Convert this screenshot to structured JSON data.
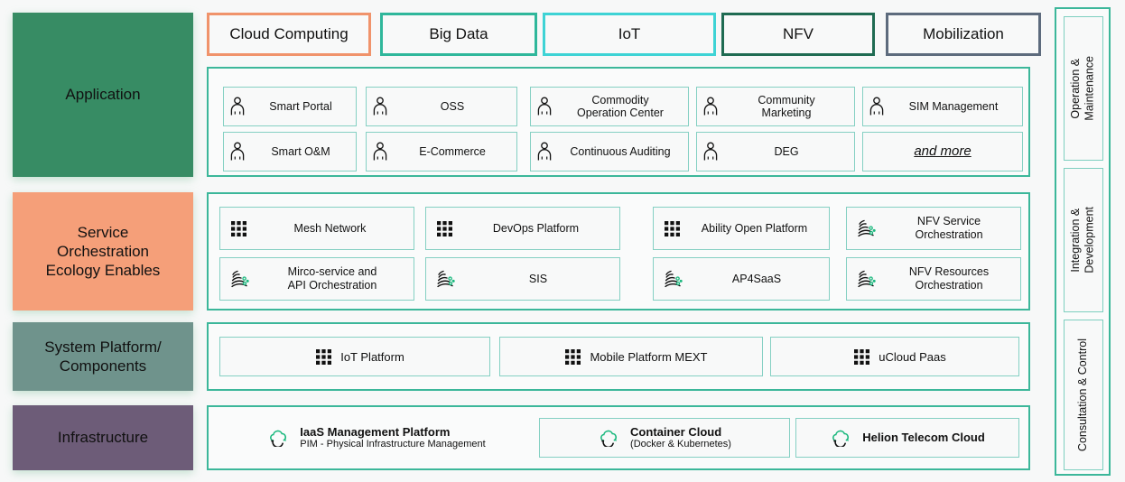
{
  "layers": [
    {
      "id": "application",
      "label": "Application",
      "color": "#378c64"
    },
    {
      "id": "service",
      "label": "Service\nOrchestration\nEcology Enables",
      "color": "#f59f79"
    },
    {
      "id": "system",
      "label": "System Platform/\nComponents",
      "color": "#6f938c"
    },
    {
      "id": "infrastructure",
      "label": "Infrastructure",
      "color": "#6d5c78"
    }
  ],
  "categories": [
    {
      "label": "Cloud Computing",
      "border": "#f0936b"
    },
    {
      "label": "Big Data",
      "border": "#2fb79b"
    },
    {
      "label": "IoT",
      "border": "#3ed3d5"
    },
    {
      "label": "NFV",
      "border": "#1f6b52"
    },
    {
      "label": "Mobilization",
      "border": "#5d6b7d"
    }
  ],
  "application": {
    "icon": "person-icon",
    "tiles": [
      {
        "label": "Smart Portal"
      },
      {
        "label": "OSS"
      },
      {
        "label": "Commodity\nOperation Center"
      },
      {
        "label": "Community\nMarketing"
      },
      {
        "label": "SIM Management"
      },
      {
        "label": "Smart O&M"
      },
      {
        "label": "E-Commerce"
      },
      {
        "label": "Continuous Auditing"
      },
      {
        "label": "DEG"
      },
      {
        "label": "and more",
        "style": "italic-underline",
        "no_icon": true
      }
    ]
  },
  "service": {
    "tiles": [
      {
        "label": "Mesh Network",
        "icon": "grid-dots-icon"
      },
      {
        "label": "DevOps Platform",
        "icon": "grid-dots-icon"
      },
      {
        "label": "Ability Open Platform",
        "icon": "grid-dots-icon"
      },
      {
        "label": "NFV Service\nOrchestration",
        "icon": "orchestration-icon"
      },
      {
        "label": "Mirco-service and\nAPI Orchestration",
        "icon": "orchestration-icon"
      },
      {
        "label": "SIS",
        "icon": "orchestration-icon"
      },
      {
        "label": "AP4SaaS",
        "icon": "orchestration-icon"
      },
      {
        "label": "NFV Resources\nOrchestration",
        "icon": "orchestration-icon"
      }
    ]
  },
  "system": {
    "tiles": [
      {
        "label": "IoT Platform",
        "icon": "grid-dots-icon"
      },
      {
        "label": "Mobile Platform MEXT",
        "icon": "grid-dots-icon"
      },
      {
        "label": "uCloud Paas",
        "icon": "grid-dots-icon"
      }
    ]
  },
  "infrastructure": {
    "tiles": [
      {
        "title": "IaaS Management Platform",
        "subtitle": "PIM - Physical Infrastructure Management",
        "icon": "cloud-sync-icon",
        "bordered": false
      },
      {
        "title": "Container Cloud",
        "subtitle": "(Docker & Kubernetes)",
        "icon": "cloud-sync-icon",
        "bordered": true
      },
      {
        "title": "Helion Telecom Cloud",
        "subtitle": "",
        "icon": "cloud-sync-icon",
        "bordered": true
      }
    ]
  },
  "right_rail": {
    "items": [
      {
        "label": "Operation &\nMaintenance"
      },
      {
        "label": "Integration &\nDevelopment"
      },
      {
        "label": "Consultation & Control"
      }
    ]
  },
  "colors": {
    "teal_border": "#3cb79a",
    "tile_border": "#85d0c3",
    "panel_bg": "#fafbfb",
    "page_bg": "#f7f8f8",
    "icon_green": "#19b87d"
  }
}
